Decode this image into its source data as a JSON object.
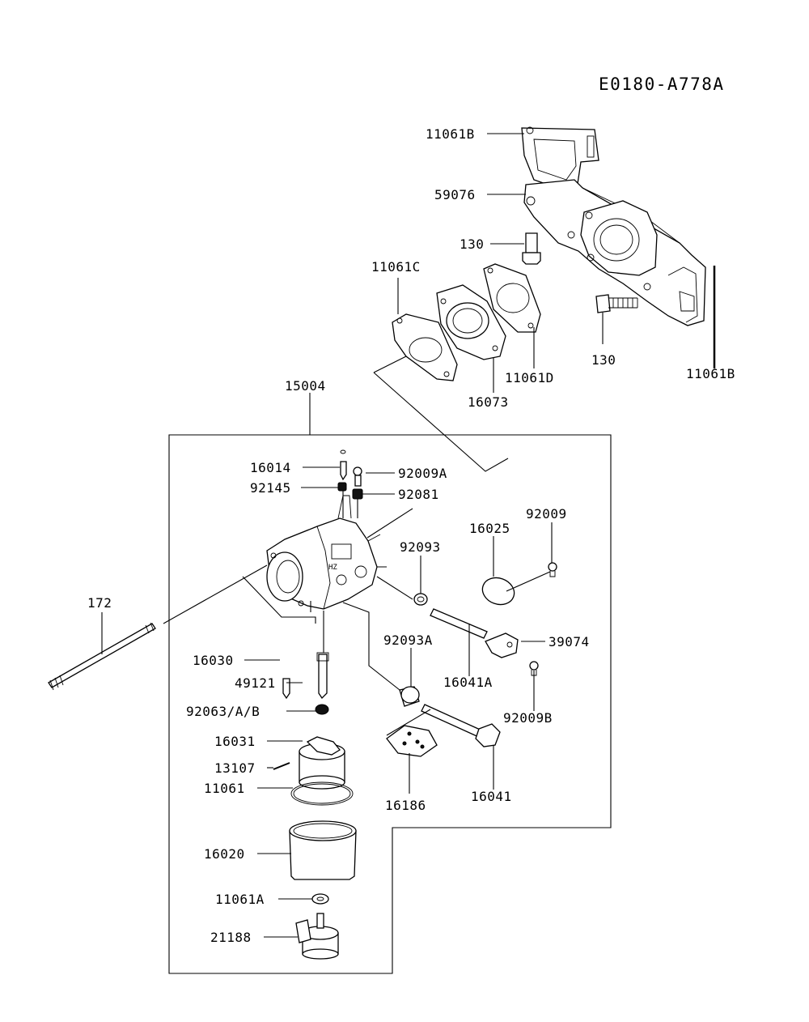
{
  "diagram": {
    "reference_code": "E0180-A778A",
    "labels": {
      "p11061B_top": "11061B",
      "p59076": "59076",
      "p130_a": "130",
      "p11061C": "11061C",
      "p130_b": "130",
      "p11061D": "11061D",
      "p11061B_right": "11061B",
      "p16073": "16073",
      "p15004": "15004",
      "p16014": "16014",
      "p92009A": "92009A",
      "p92145": "92145",
      "p92081": "92081",
      "p92009": "92009",
      "p16025": "16025",
      "p92093": "92093",
      "p172": "172",
      "p92093A": "92093A",
      "p39074": "39074",
      "p16030": "16030",
      "p16041A": "16041A",
      "p49121": "49121",
      "p92063": "92063/A/B",
      "p92009B": "92009B",
      "p16031": "16031",
      "p13107": "13107",
      "p11061": "11061",
      "p16186": "16186",
      "p16041": "16041",
      "p16020": "16020",
      "p11061A": "11061A",
      "p21188": "21188"
    }
  }
}
